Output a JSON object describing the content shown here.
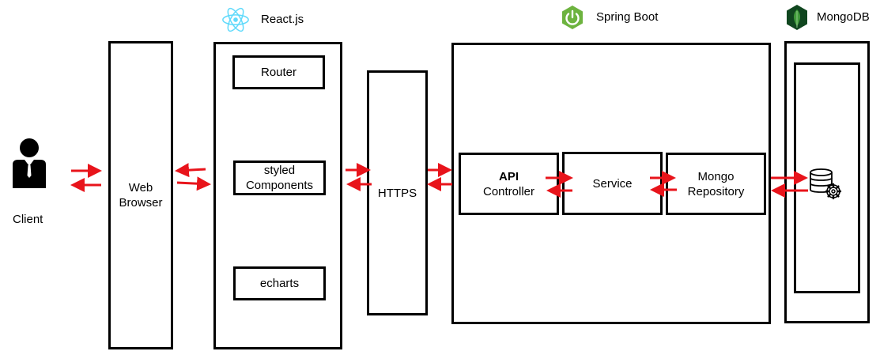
{
  "headers": {
    "react": "React.js",
    "spring": "Spring Boot",
    "mongo": "MongoDB"
  },
  "client": {
    "label": "Client"
  },
  "browser": {
    "line1": "Web",
    "line2": "Browser"
  },
  "react": {
    "router": "Router",
    "styled_line1": "styled",
    "styled_line2": "Components",
    "echarts": "echarts"
  },
  "https": {
    "label": "HTTPS"
  },
  "spring": {
    "api_line1": "API",
    "api_line2": "Controller",
    "service": "Service",
    "repo_line1": "Mongo",
    "repo_line2": "Repository"
  },
  "colors": {
    "arrow": "#e8141b",
    "react_logo": "#61dafb",
    "spring_logo": "#6db33f",
    "mongo_logo": "#3f9a3a",
    "mongo_logo_dark": "#10461f"
  },
  "icons": [
    "person-icon",
    "react-logo-icon",
    "spring-power-icon",
    "mongodb-leaf-icon",
    "database-gear-icon"
  ]
}
